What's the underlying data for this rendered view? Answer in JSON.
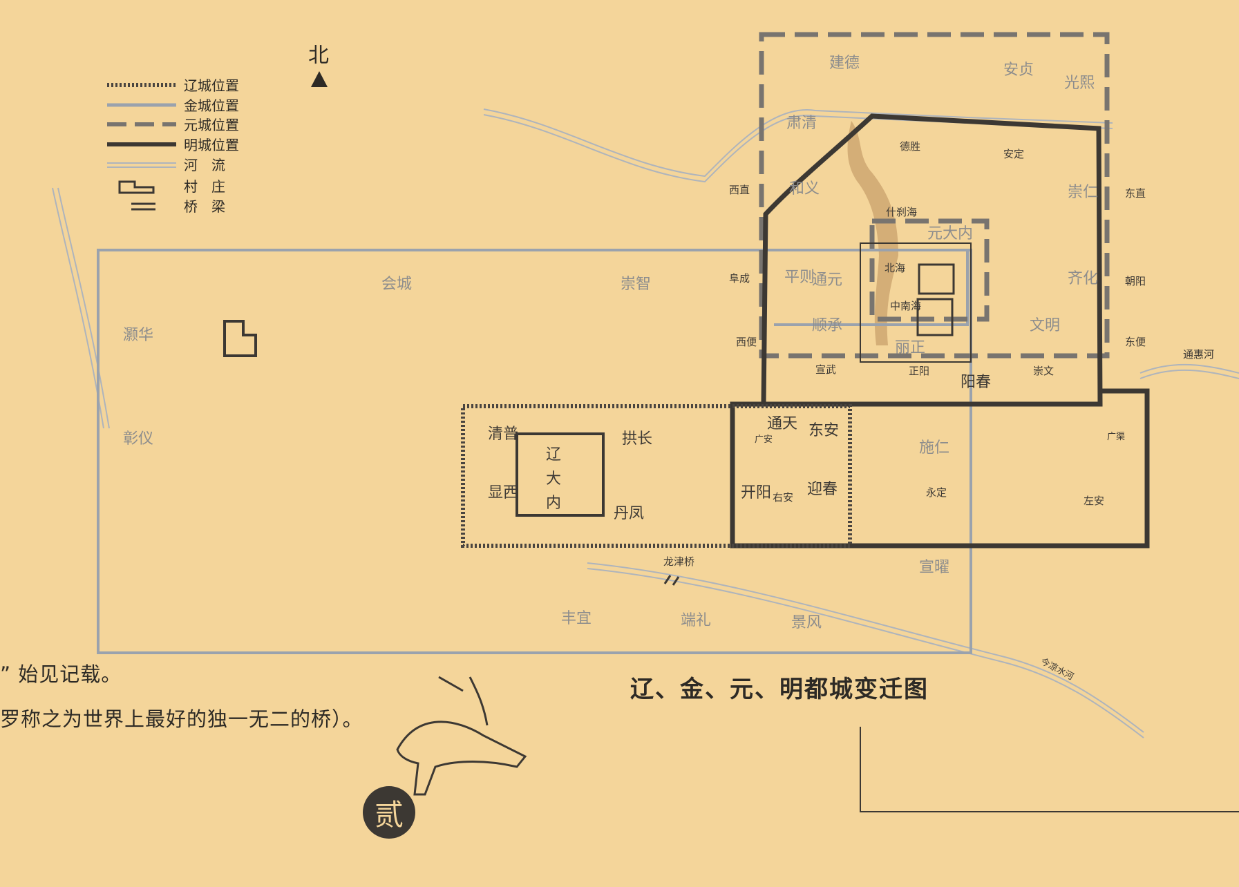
{
  "compass": {
    "label": "北"
  },
  "legend": [
    {
      "label": "辽城位置"
    },
    {
      "label": "金城位置"
    },
    {
      "label": "元城位置"
    },
    {
      "label": "明城位置"
    },
    {
      "label": "河　流"
    },
    {
      "label": "村　庄"
    },
    {
      "label": "桥　梁"
    }
  ],
  "map_title": "辽、金、元、明都城变迁图",
  "text_lines": [
    "” 始见记载。",
    "罗称之为世界上最好的独一无二的桥）。"
  ],
  "page_number": "贰",
  "colors": {
    "background": "#f4d59a",
    "liao": "#4a4540",
    "jin": "#9aa2ad",
    "yuan": "#78746f",
    "ming": "#3c3833",
    "river": "#aeb4bc",
    "shichahai": "#c9a06b"
  },
  "places": {
    "jin_gates": {
      "huicheng": "会城",
      "chongzhi": "崇智",
      "haohua": "灏华",
      "zhangyi": "彰仪",
      "fengyi": "丰宜",
      "duanli": "端礼",
      "jingfeng": "景风",
      "shiren": "施仁",
      "xuanyao": "宣曜",
      "tongyuan": "通元"
    },
    "yuan_gates": {
      "jiande": "建德",
      "anzhen": "安贞",
      "guangxi": "光熙",
      "suqing": "肃清",
      "heyi": "和义",
      "pingze": "平则",
      "shuncheng": "顺承",
      "lizheng": "丽正",
      "wenming": "文明",
      "chongren": "崇仁",
      "qihua": "齐化"
    },
    "yuan_palace": "元大内",
    "ming_gates": {
      "desheng": "德胜",
      "anding": "安定",
      "xizhi": "西直",
      "dongzhi": "东直",
      "fucheng": "阜成",
      "chaoyang": "朝阳",
      "xibian": "西便",
      "dongbian": "东便",
      "xuanwu": "宣武",
      "zhengyang": "正阳",
      "chongwen": "崇文",
      "guangan": "广安",
      "guangqu": "广渠",
      "youan": "右安",
      "yongding": "永定",
      "zuoan": "左安"
    },
    "yangchun": "阳春",
    "liao_gates": {
      "tongtian": "通天",
      "dongan": "东安",
      "yingchun": "迎春",
      "kaiyang": "开阳",
      "qingpu": "清普",
      "xianxi": "显西",
      "gongchen": "拱长",
      "danfeng": "丹凤"
    },
    "liao_palace": [
      "辽",
      "大",
      "内"
    ],
    "lakes": {
      "shichahai": "什刹海",
      "beihai": "北海",
      "zhongnanhai": "中南海"
    },
    "rivers": {
      "tonghui": "通惠河",
      "liangshui": "今凉水河"
    },
    "bridge": "龙津桥"
  }
}
